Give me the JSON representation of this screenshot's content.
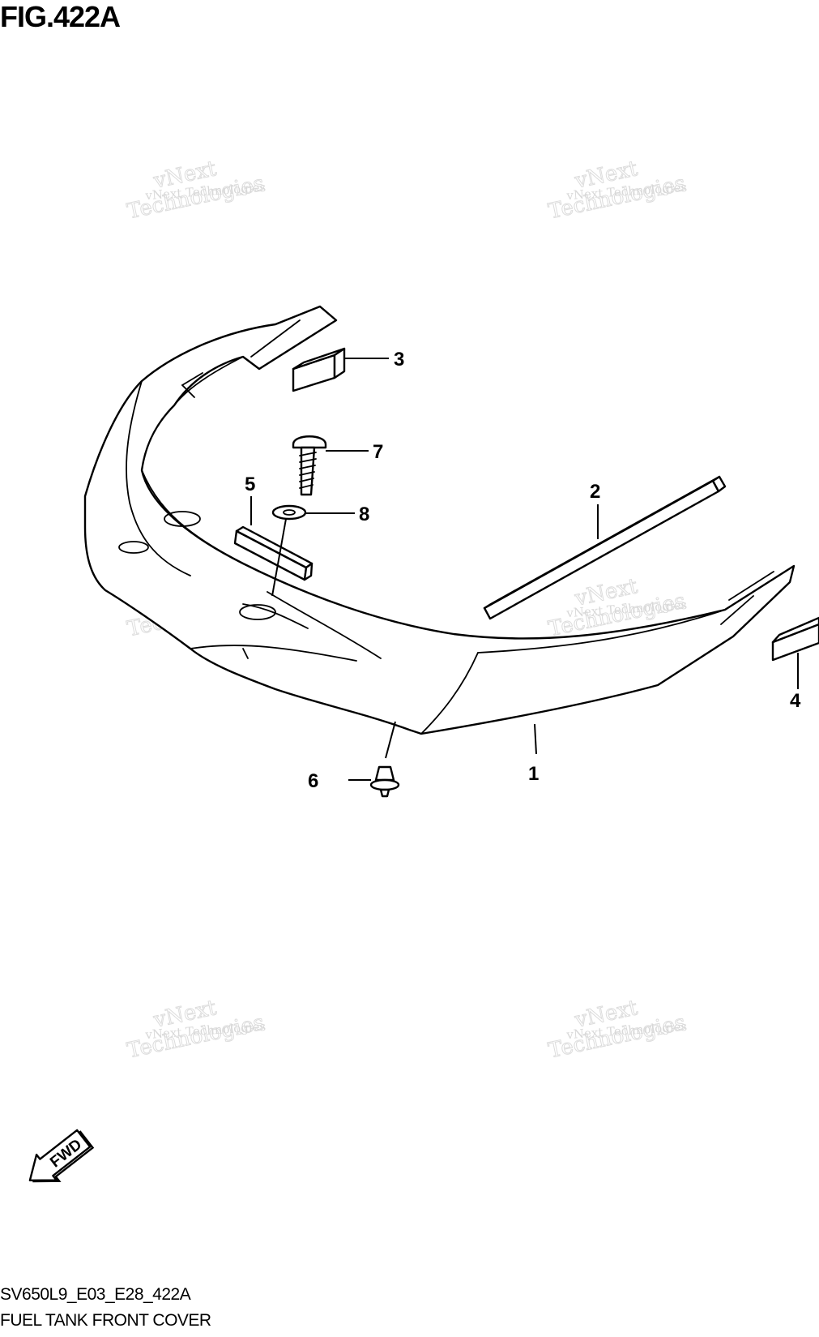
{
  "figure": {
    "title": "FIG.422A",
    "code": "SV650L9_E03_E28_422A",
    "caption": "FUEL TANK FRONT COVER"
  },
  "watermark": {
    "line1": "vNext Technologies",
    "line2": "vNext",
    "line3": "Technologies"
  },
  "fwd_label": "FWD",
  "callouts": {
    "c1": "1",
    "c2": "2",
    "c3": "3",
    "c4": "4",
    "c5": "5",
    "c6": "6",
    "c7": "7",
    "c8": "8"
  }
}
